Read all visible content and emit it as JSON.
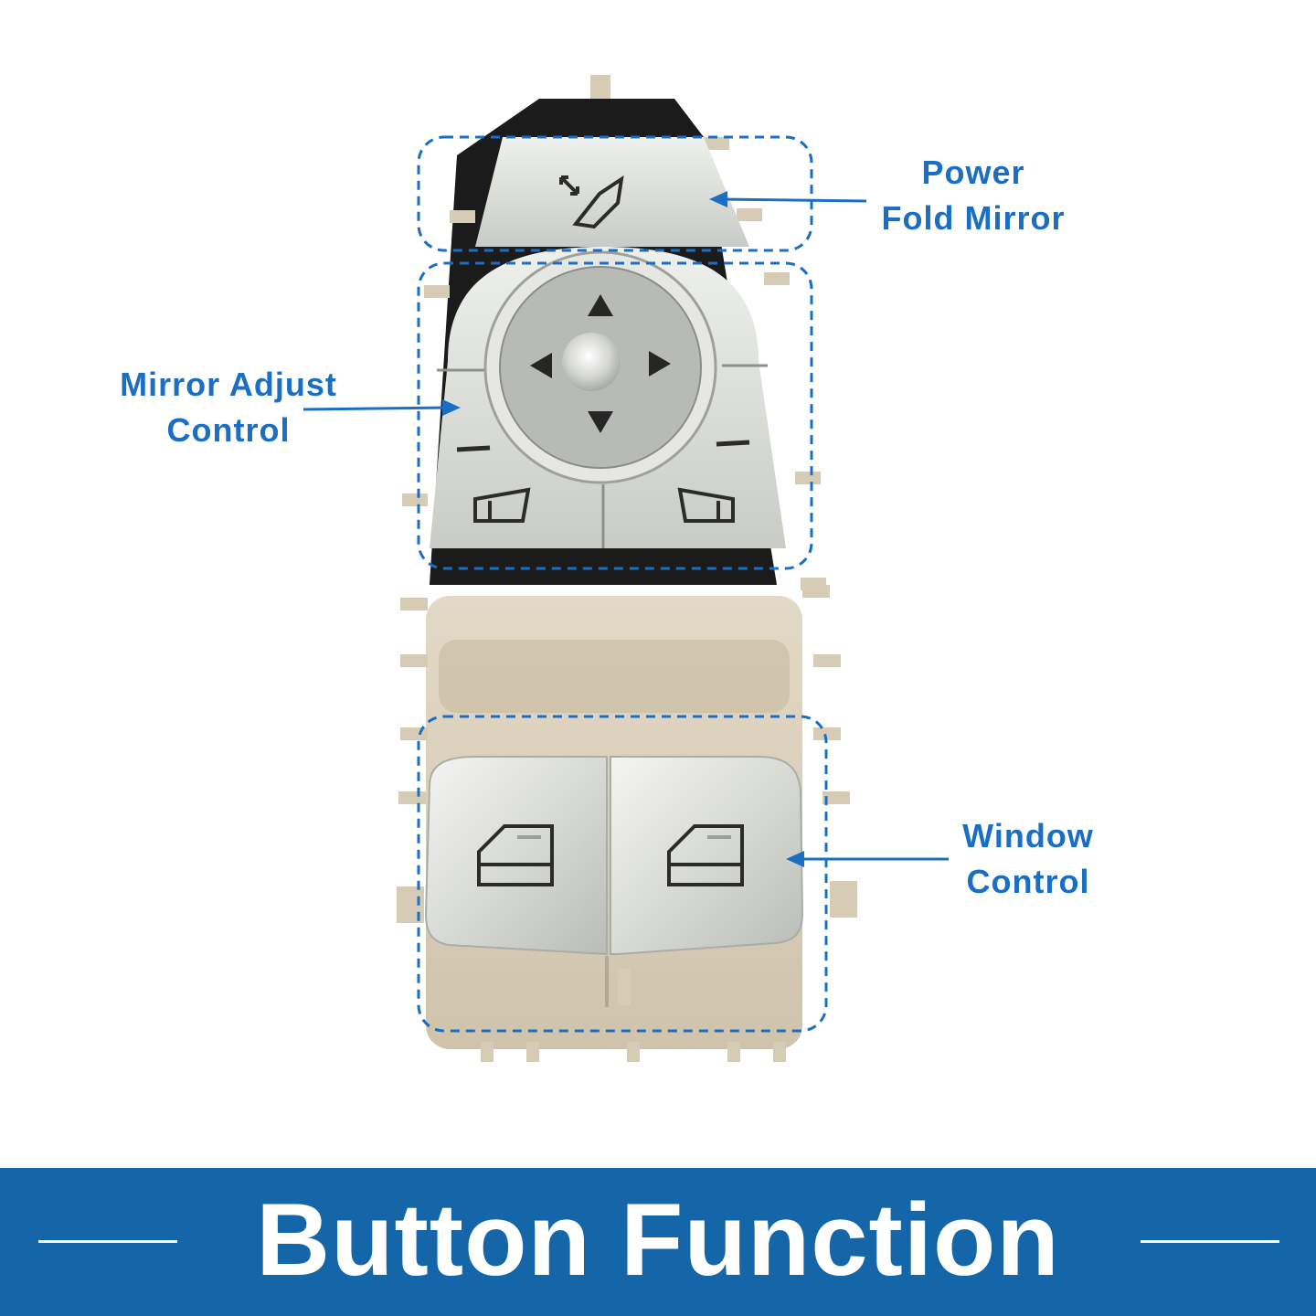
{
  "callouts": {
    "power_fold": {
      "line1": "Power",
      "line2": "Fold Mirror"
    },
    "mirror_adjust": {
      "line1": "Mirror Adjust",
      "line2": "Control"
    },
    "window": {
      "line1": "Window",
      "line2": "Control"
    }
  },
  "banner": {
    "title": "Button Function"
  },
  "colors": {
    "accent_blue": "#1a6fc4",
    "banner_blue": "#1566a8",
    "housing_beige": "#d8cdb8",
    "button_silver": "#d9dbd6"
  },
  "icons": [
    "power-fold-mirror-icon",
    "arrow-up-icon",
    "arrow-down-icon",
    "arrow-left-icon",
    "arrow-right-icon",
    "left-mirror-icon",
    "right-mirror-icon",
    "window-icon"
  ]
}
